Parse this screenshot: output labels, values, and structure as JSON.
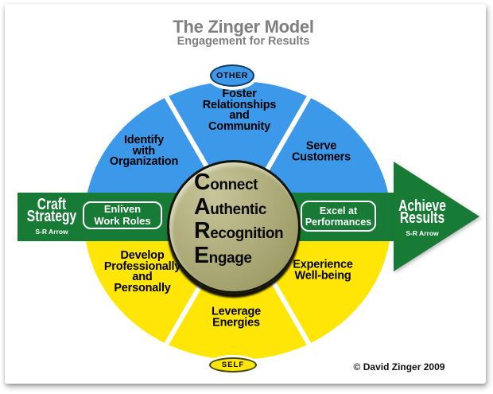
{
  "colors": {
    "blue": "#3C98E8",
    "yellow": "#FFE606",
    "green": "#177B36",
    "olive_circle": "#AFAD7A",
    "title_gray": "#7F7F7F"
  },
  "header": {
    "title": "The Zinger Model",
    "subtitle": "Engagement for Results"
  },
  "badges": {
    "top": "OTHER",
    "bottom": "SELF"
  },
  "ring": {
    "top_segments": [
      {
        "label": "Identify\nwith\nOrganization"
      },
      {
        "label": "Foster\nRelationships\nand\nCommunity"
      },
      {
        "label": "Serve\nCustomers"
      }
    ],
    "bottom_segments": [
      {
        "label": "Develop\nProfessionally\nand\nPersonally"
      },
      {
        "label": "Leverage\nEnergies"
      },
      {
        "label": "Experience\nWell-being"
      }
    ]
  },
  "arrow": {
    "left_title": "Craft\nStrategy",
    "left_caption": "S-R Arrow",
    "left_box": "Enliven\nWork Roles",
    "right_box": "Excel at\nPerformances",
    "right_title": "Achieve\nResults",
    "right_caption": "S-R Arrow"
  },
  "care_circle": {
    "acronym": "CARE",
    "lines": [
      "Connect",
      "Authentic",
      "Recognition",
      "Engage"
    ]
  },
  "footer": {
    "copyright": "© David Zinger 2009"
  }
}
